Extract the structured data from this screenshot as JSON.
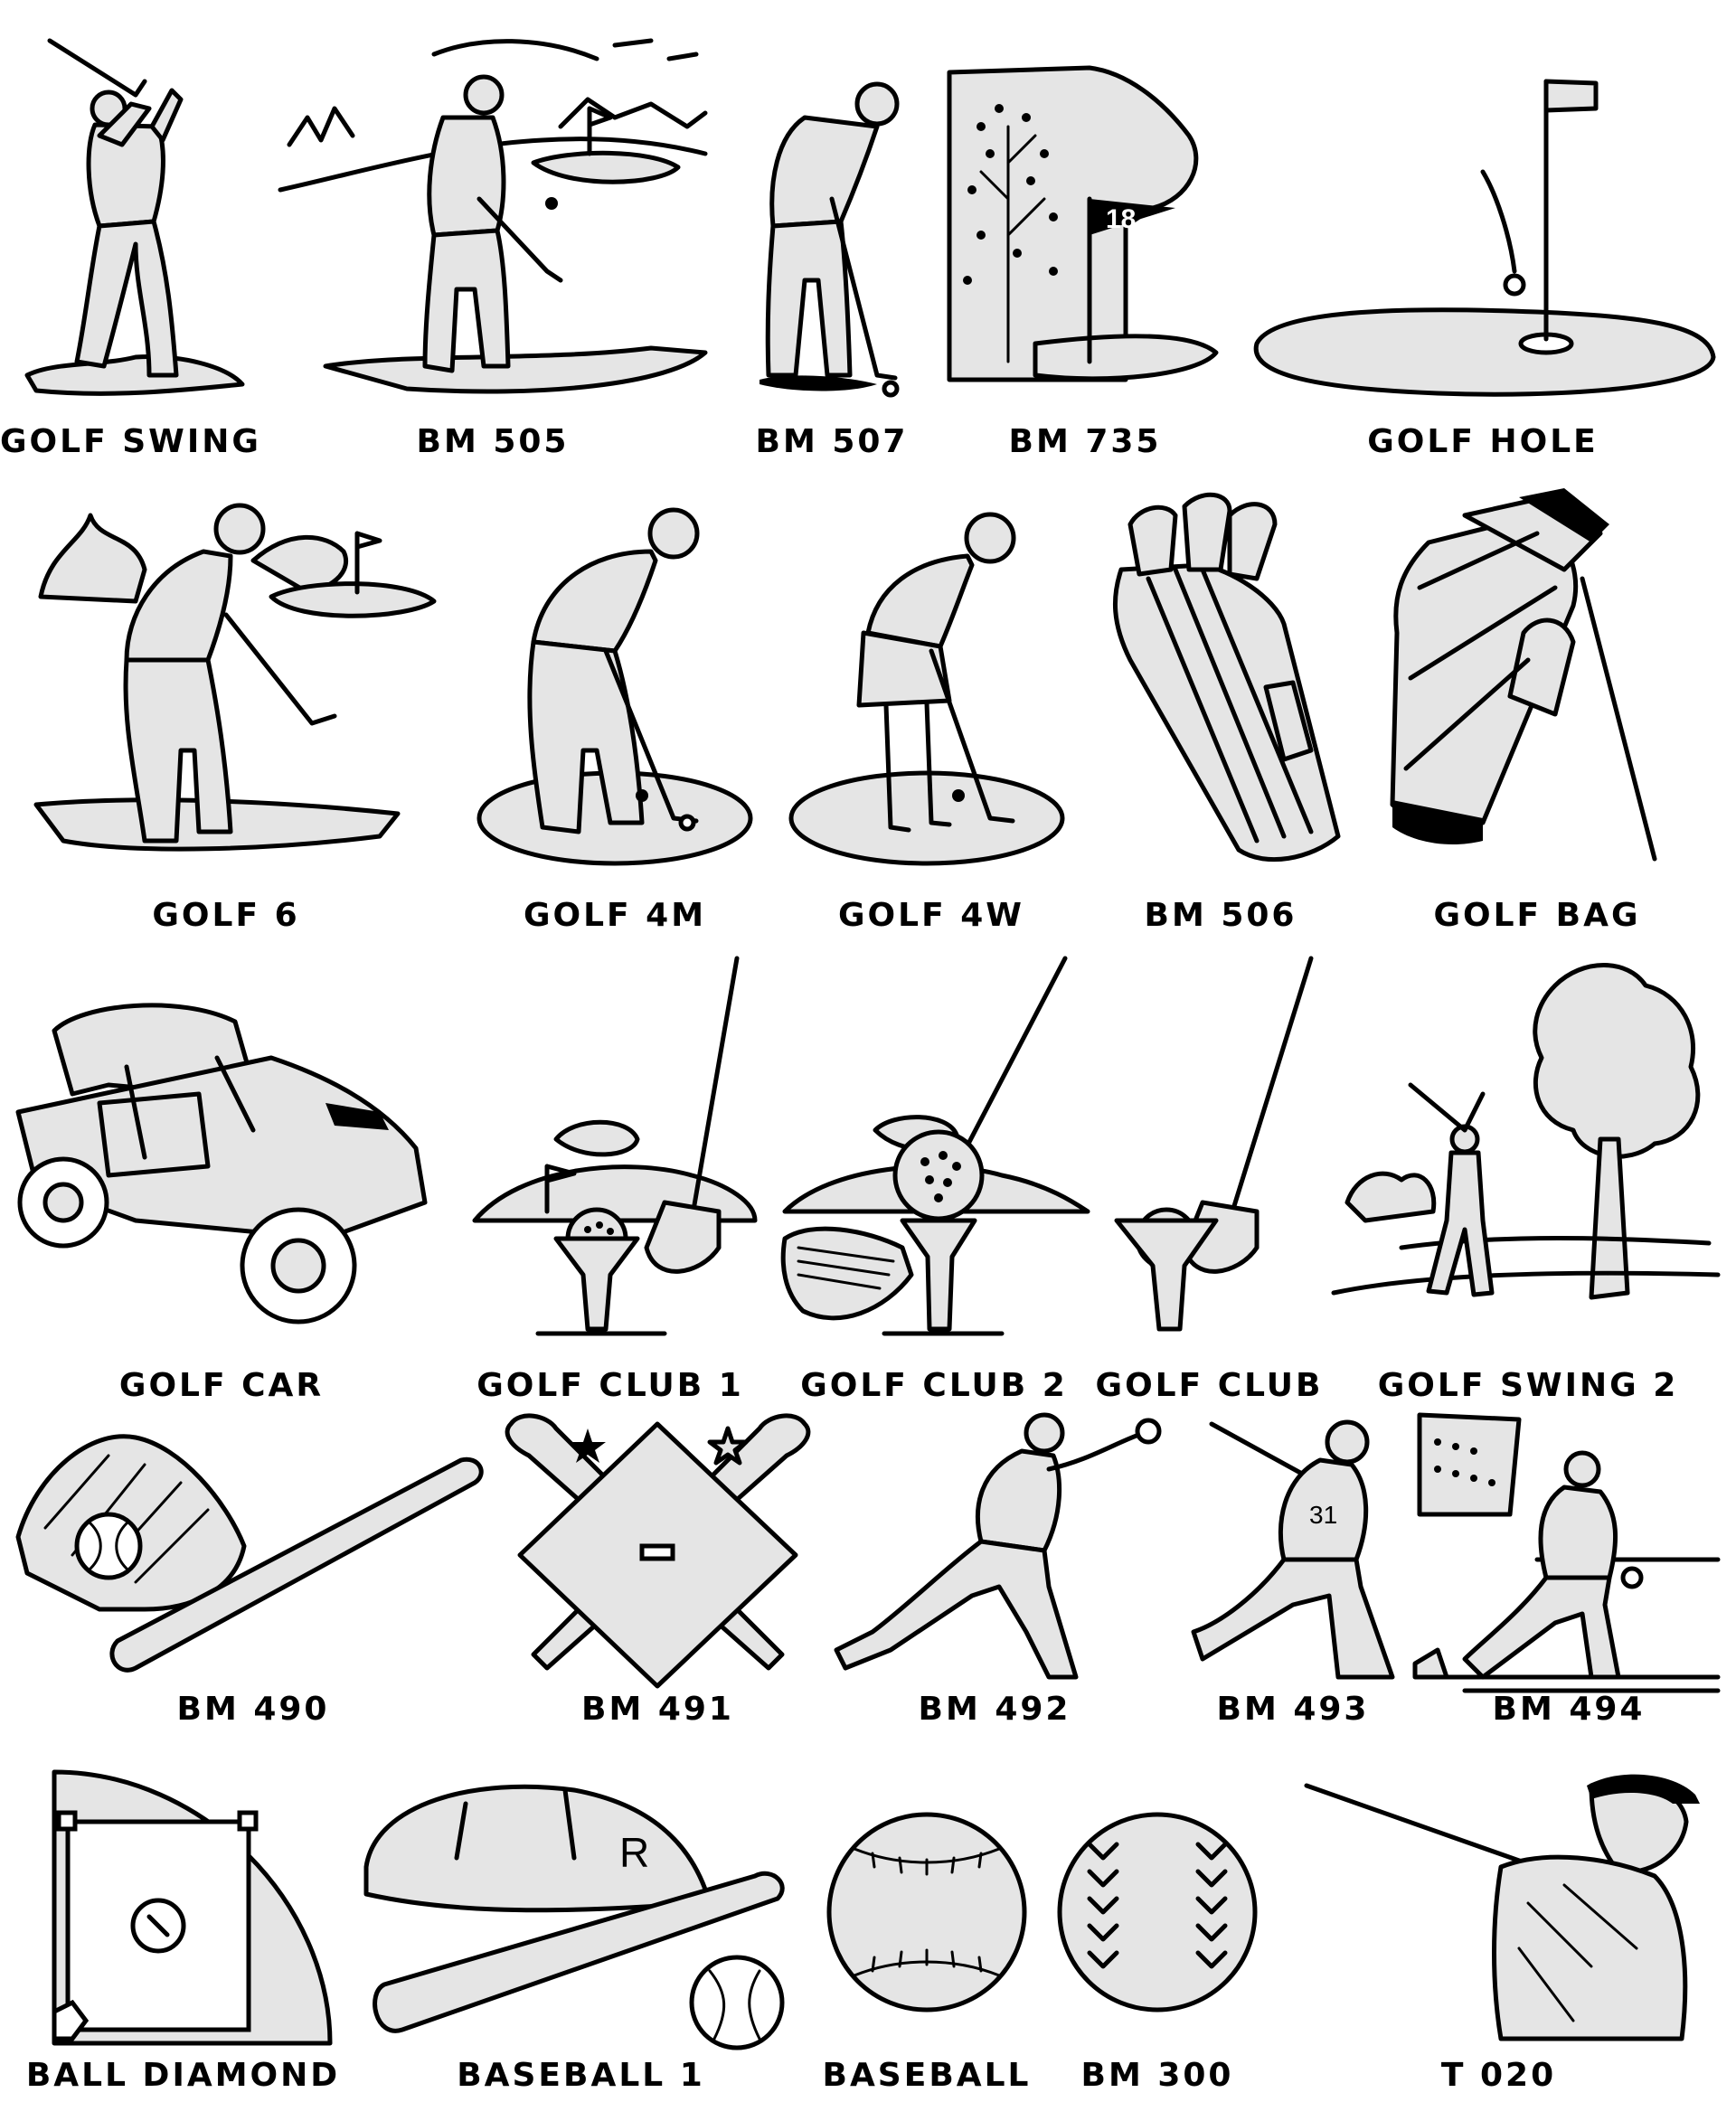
{
  "rows": [
    {
      "items": [
        {
          "key": "golf-swing",
          "label": "GOLF SWING",
          "icon": "golfer-full-swing-icon"
        },
        {
          "key": "bm-505",
          "label": "BM 505",
          "icon": "golfer-chipping-bunker-icon"
        },
        {
          "key": "bm-507",
          "label": "BM 507",
          "icon": "golfer-putting-icon"
        },
        {
          "key": "bm-735",
          "label": "BM 735",
          "icon": "flag-18-tree-icon",
          "flag_number": "18"
        },
        {
          "key": "golf-hole",
          "label": "GOLF HOLE",
          "icon": "golf-hole-flag-icon"
        }
      ]
    },
    {
      "items": [
        {
          "key": "golf-6",
          "label": "GOLF 6",
          "icon": "golfer-chipping-green-icon"
        },
        {
          "key": "golf-4m",
          "label": "GOLF 4M",
          "icon": "male-golfer-putting-icon"
        },
        {
          "key": "golf-4w",
          "label": "GOLF 4W",
          "icon": "female-golfer-putting-icon"
        },
        {
          "key": "bm-506",
          "label": "BM 506",
          "icon": "golf-bag-clubs-icon"
        },
        {
          "key": "golf-bag",
          "label": "GOLF BAG",
          "icon": "golf-stand-bag-icon"
        }
      ]
    },
    {
      "items": [
        {
          "key": "golf-car",
          "label": "GOLF CAR",
          "icon": "golf-cart-icon"
        },
        {
          "key": "golf-club-1",
          "label": "GOLF CLUB 1",
          "icon": "driver-ball-tee-icon"
        },
        {
          "key": "golf-club-2",
          "label": "GOLF CLUB 2",
          "icon": "iron-ball-tee-icon"
        },
        {
          "key": "golf-club",
          "label": "GOLF CLUB",
          "icon": "club-ball-tee-icon"
        },
        {
          "key": "golf-swing-2",
          "label": "GOLF SWING 2",
          "icon": "golfer-landscape-tree-icon"
        }
      ]
    },
    {
      "items": [
        {
          "key": "bm-490",
          "label": "BM 490",
          "icon": "glove-ball-bat-icon"
        },
        {
          "key": "bm-491",
          "label": "BM 491",
          "icon": "infield-crossed-bats-icon"
        },
        {
          "key": "bm-492",
          "label": "BM 492",
          "icon": "baseball-pitcher-icon"
        },
        {
          "key": "bm-493",
          "label": "BM 493",
          "icon": "baseball-batter-31-icon",
          "jersey_number": "31"
        },
        {
          "key": "bm-494",
          "label": "BM 494",
          "icon": "pitcher-stadium-icon"
        }
      ]
    },
    {
      "items": [
        {
          "key": "ball-diamond",
          "label": "BALL DIAMOND",
          "icon": "baseball-field-icon"
        },
        {
          "key": "baseball-1",
          "label": "BASEBALL 1",
          "icon": "cap-bat-ball-icon",
          "cap_letter": "R"
        },
        {
          "key": "baseball",
          "label": "BASEBALL",
          "icon": "baseball-icon"
        },
        {
          "key": "bm-300",
          "label": "BM 300",
          "icon": "softball-icon"
        },
        {
          "key": "t-020",
          "label": "T 020",
          "icon": "batter-portrait-icon"
        }
      ]
    }
  ],
  "colors": {
    "fill": "#e5e5e5",
    "line": "#000000",
    "background": "#ffffff"
  }
}
